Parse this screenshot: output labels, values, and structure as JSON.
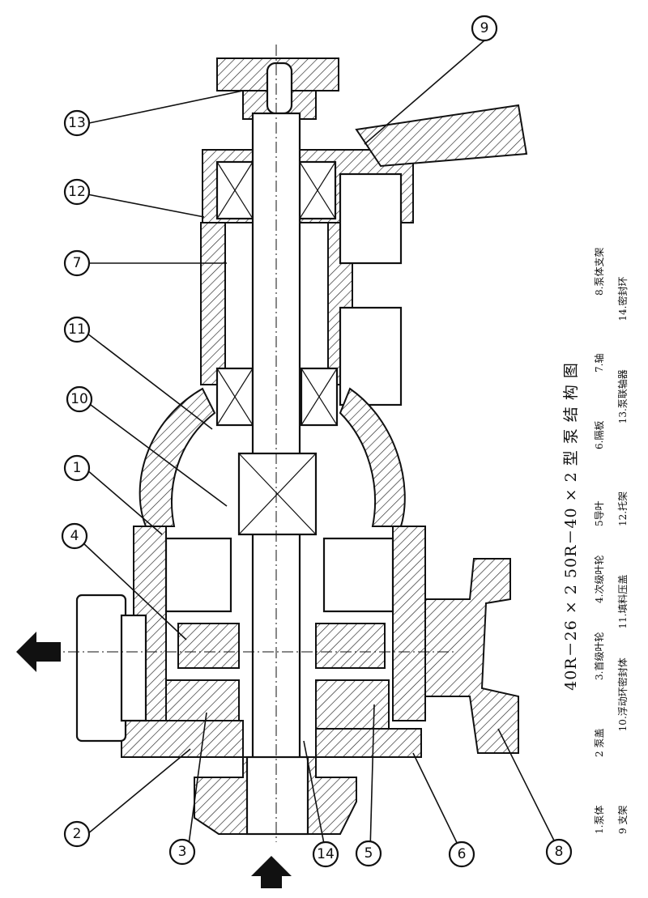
{
  "diagram": {
    "title": "40R－26 × 2   50R－40 × 2  型 泵 结 构 图",
    "legend_row_1": [
      "1.泵体",
      "2 泵盖",
      "3.首级叶轮",
      "4.次级叶轮",
      "5导叶",
      "6.隔板",
      "7.轴",
      "8.泵体支架"
    ],
    "legend_row_2": [
      "9 支架",
      "10.浮动环密封体",
      "11.填料压盖",
      "12.托架",
      "13.泵联轴器",
      "14.密封环"
    ],
    "callouts": [
      "1",
      "2",
      "3",
      "4",
      "5",
      "6",
      "7",
      "8",
      "9",
      "10",
      "11",
      "12",
      "13",
      "14"
    ]
  }
}
